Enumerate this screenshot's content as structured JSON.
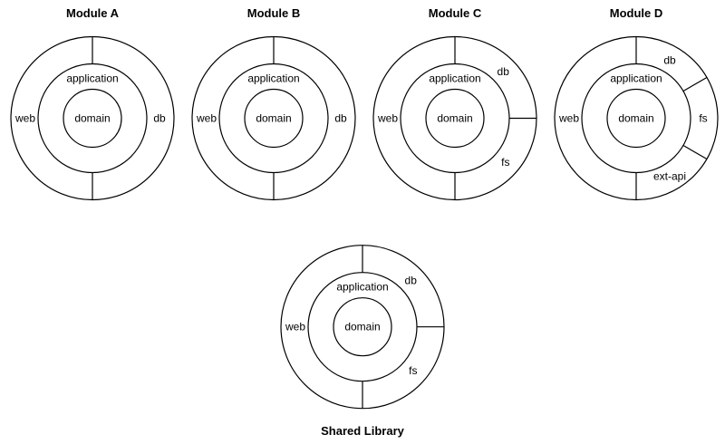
{
  "page": {
    "background_color": "#ffffff",
    "line_color": "#000000",
    "text_color": "#000000"
  },
  "diagrams": [
    {
      "title": "Module A",
      "title_position": "top",
      "inner_label": "domain",
      "middle_label": "application",
      "outer_segments": [
        {
          "label": "web",
          "start_deg": 180,
          "end_deg": 360,
          "label_angle_deg": 270
        },
        {
          "label": "db",
          "start_deg": 0,
          "end_deg": 180,
          "label_angle_deg": 90
        }
      ]
    },
    {
      "title": "Module B",
      "title_position": "top",
      "inner_label": "domain",
      "middle_label": "application",
      "outer_segments": [
        {
          "label": "web",
          "start_deg": 180,
          "end_deg": 360,
          "label_angle_deg": 270
        },
        {
          "label": "db",
          "start_deg": 0,
          "end_deg": 180,
          "label_angle_deg": 90
        }
      ]
    },
    {
      "title": "Module C",
      "title_position": "top",
      "inner_label": "domain",
      "middle_label": "application",
      "outer_segments": [
        {
          "label": "web",
          "start_deg": 180,
          "end_deg": 360,
          "label_angle_deg": 270
        },
        {
          "label": "db",
          "start_deg": 0,
          "end_deg": 90,
          "label_angle_deg": 46
        },
        {
          "label": "fs",
          "start_deg": 90,
          "end_deg": 180,
          "label_angle_deg": 131
        }
      ]
    },
    {
      "title": "Module D",
      "title_position": "top",
      "inner_label": "domain",
      "middle_label": "application",
      "outer_segments": [
        {
          "label": "web",
          "start_deg": 180,
          "end_deg": 360,
          "label_angle_deg": 270
        },
        {
          "label": "db",
          "start_deg": 0,
          "end_deg": 60,
          "label_angle_deg": 30
        },
        {
          "label": "fs",
          "start_deg": 60,
          "end_deg": 120,
          "label_angle_deg": 90
        },
        {
          "label": "ext-api",
          "start_deg": 120,
          "end_deg": 180,
          "label_angle_deg": 150
        }
      ]
    },
    {
      "title": "Shared Library",
      "title_position": "bottom",
      "inner_label": "domain",
      "middle_label": "application",
      "outer_segments": [
        {
          "label": "web",
          "start_deg": 180,
          "end_deg": 360,
          "label_angle_deg": 270
        },
        {
          "label": "db",
          "start_deg": 0,
          "end_deg": 90,
          "label_angle_deg": 46
        },
        {
          "label": "fs",
          "start_deg": 90,
          "end_deg": 180,
          "label_angle_deg": 131
        }
      ]
    }
  ]
}
